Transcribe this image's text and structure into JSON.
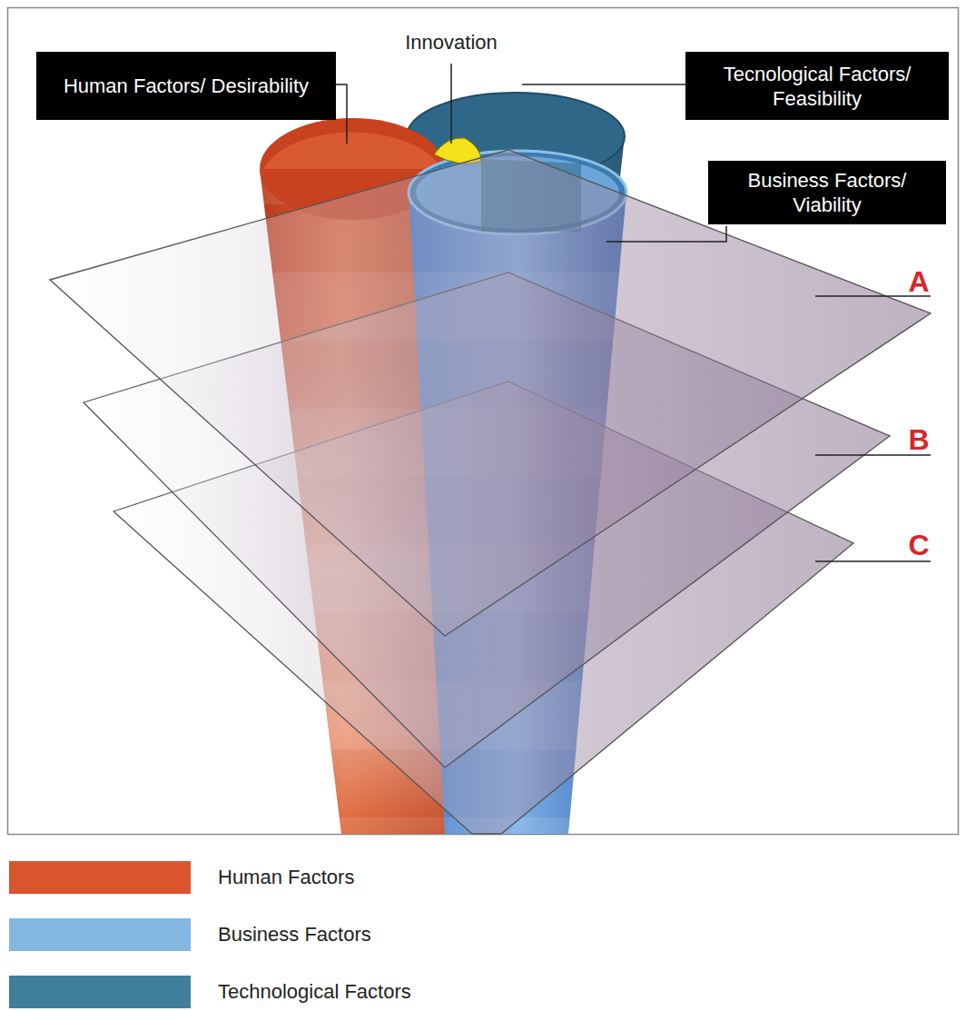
{
  "diagram": {
    "nodes": [
      {
        "text": [
          "Human Factors/ Desirability"
        ]
      },
      {
        "text": [
          "Tecnological Factors/ Feasibility"
        ]
      },
      {
        "text": [
          "Business Factors/ Viability"
        ]
      }
    ],
    "labels": [
      "Innovation",
      "A",
      "B",
      "C"
    ],
    "legend": [
      {
        "text": "Human Factors",
        "color": "#d9552e"
      },
      {
        "text": "Business Factors",
        "color": "#84b6e2"
      },
      {
        "text": "Technological Factors",
        "color": "#3f7f9c"
      }
    ]
  }
}
